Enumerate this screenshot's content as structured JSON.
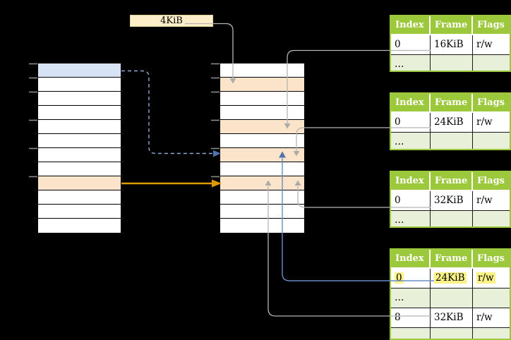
{
  "label_box": {
    "text": "4KiB"
  },
  "left_column": {
    "name": "virtual-memory-column",
    "rows": 12,
    "blue_rows": [
      0
    ],
    "orange_rows": [
      8
    ]
  },
  "middle_column": {
    "name": "physical-memory-column",
    "rows": 12,
    "blue_rows": [],
    "orange_rows": [
      1,
      4,
      6,
      8
    ]
  },
  "page_tables": [
    {
      "id": "page-table-16kib",
      "headers": [
        "Index",
        "Frame",
        "Flags"
      ],
      "rows": [
        {
          "cells": [
            "0",
            "16KiB",
            "r/w"
          ],
          "shaded": false,
          "highlight": false
        },
        {
          "cells": [
            "…",
            "",
            ""
          ],
          "shaded": true,
          "highlight": false
        }
      ]
    },
    {
      "id": "page-table-24kib",
      "headers": [
        "Index",
        "Frame",
        "Flags"
      ],
      "rows": [
        {
          "cells": [
            "0",
            "24KiB",
            "r/w"
          ],
          "shaded": false,
          "highlight": false
        },
        {
          "cells": [
            "…",
            "",
            ""
          ],
          "shaded": true,
          "highlight": false
        }
      ]
    },
    {
      "id": "page-table-32kib",
      "headers": [
        "Index",
        "Frame",
        "Flags"
      ],
      "rows": [
        {
          "cells": [
            "0",
            "32KiB",
            "r/w"
          ],
          "shaded": false,
          "highlight": false
        },
        {
          "cells": [
            "…",
            "",
            ""
          ],
          "shaded": true,
          "highlight": false
        }
      ]
    },
    {
      "id": "page-table-level2",
      "headers": [
        "Index",
        "Frame",
        "Flags"
      ],
      "rows": [
        {
          "cells": [
            "0",
            "24KiB",
            "r/w"
          ],
          "shaded": false,
          "highlight": true
        },
        {
          "cells": [
            "…",
            "",
            ""
          ],
          "shaded": true,
          "highlight": false
        },
        {
          "cells": [
            "8",
            "32KiB",
            "r/w"
          ],
          "shaded": false,
          "highlight": false
        },
        {
          "cells": [
            "…",
            "",
            ""
          ],
          "shaded": true,
          "highlight": false
        }
      ]
    }
  ],
  "colors": {
    "background": "#000000",
    "table_header_green": "#9CC83C",
    "table_row_green": "#E9F0D9",
    "memory_row_orange": "#FCE4CB",
    "memory_row_blue": "#D6E3F4",
    "highlight_yellow": "#FAF187",
    "label_box_cream": "#FCEEC9",
    "arrow_orange": "#DE9900",
    "arrow_blue": "#4F74AF",
    "dashed_line_blue": "#8FA9D3",
    "line_gray": "#B5B5B5"
  }
}
